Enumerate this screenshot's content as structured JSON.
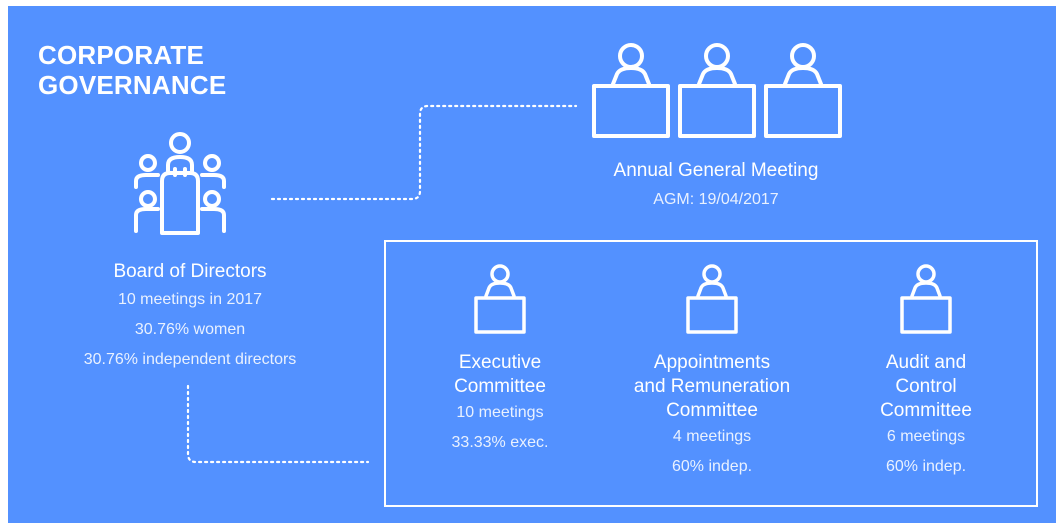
{
  "title": {
    "line1": "CORPORATE",
    "line2": "GOVERNANCE"
  },
  "board": {
    "name": "Board of Directors",
    "details": [
      "10 meetings in 2017",
      "30.76% women",
      "30.76% independent directors"
    ]
  },
  "agm": {
    "name": "Annual General Meeting",
    "date": "AGM: 19/04/2017"
  },
  "committees": [
    {
      "name_lines": [
        "Executive",
        "Committee"
      ],
      "details": [
        "10 meetings",
        "33.33% exec."
      ]
    },
    {
      "name_lines": [
        "Appointments",
        "and Remuneration",
        "Committee"
      ],
      "details": [
        "4 meetings",
        "60% indep."
      ]
    },
    {
      "name_lines": [
        "Audit and",
        "Control",
        "Committee"
      ],
      "details": [
        "6 meetings",
        "60% indep."
      ]
    }
  ],
  "colors": {
    "background": "#5391ff",
    "foreground": "#ffffff"
  },
  "icons": {
    "board": "boardroom-table-icon",
    "agm": "assembly-desks-icon",
    "committee": "committee-member-icon"
  }
}
